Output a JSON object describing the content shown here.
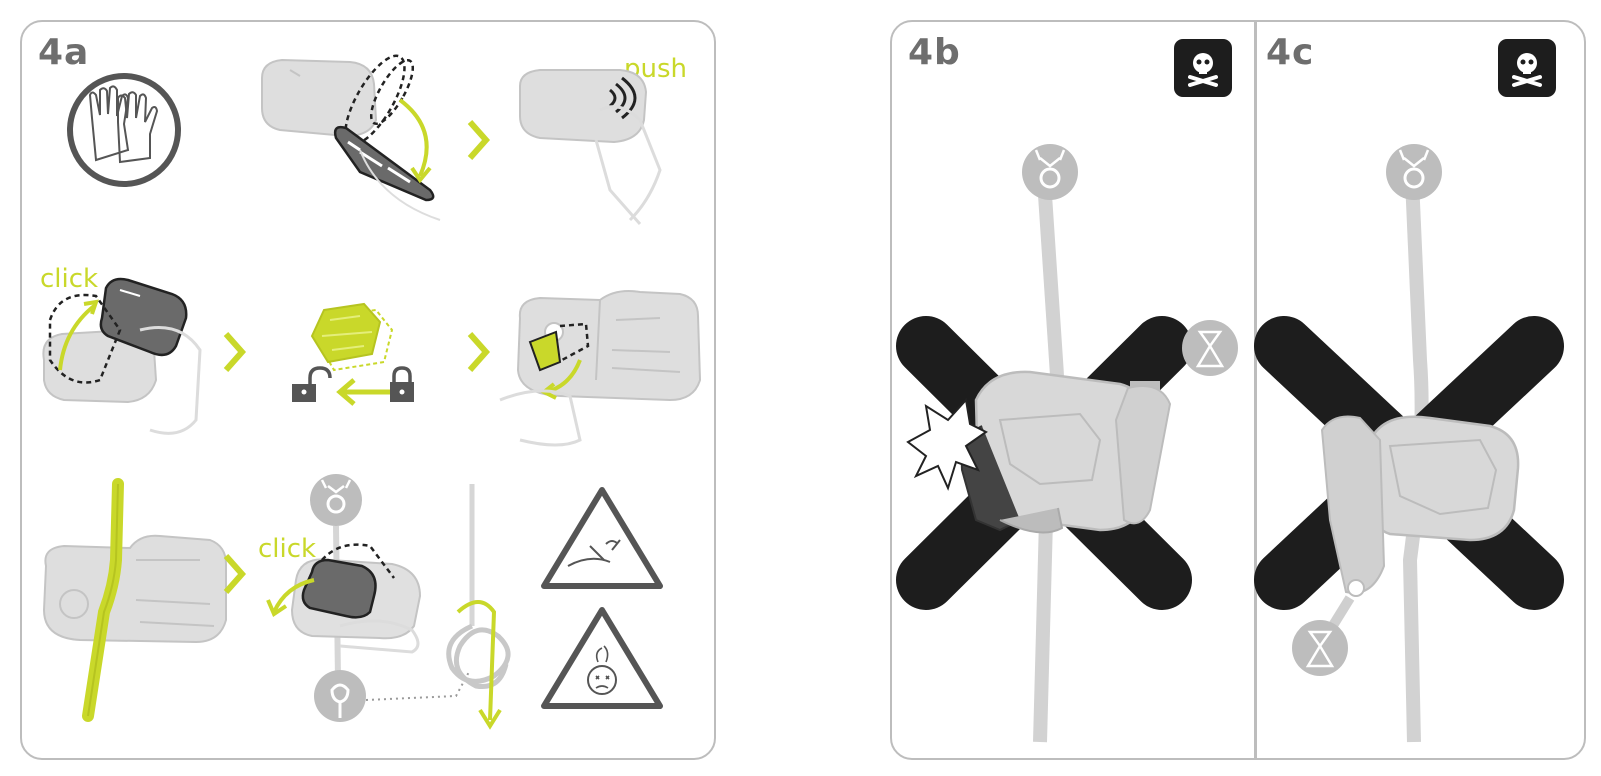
{
  "panels": {
    "a": {
      "label": "4a"
    },
    "b": {
      "label": "4b"
    },
    "c": {
      "label": "4c"
    }
  },
  "annotations": {
    "push": "push",
    "click_top": "click",
    "click_bottom": "click"
  },
  "colors": {
    "accent": "#c9d82a",
    "device": "#d6d6d6",
    "device_stroke": "#bcbcbc",
    "dark": "#1d1d1d",
    "border": "#bdbdbd",
    "label": "#6e6e6e"
  },
  "icons": [
    "gloves-icon",
    "skull-crossbones-icon",
    "padlock-open-icon",
    "padlock-closed-icon",
    "anchor-icon",
    "harness-icon",
    "warning-triangle-icon"
  ]
}
